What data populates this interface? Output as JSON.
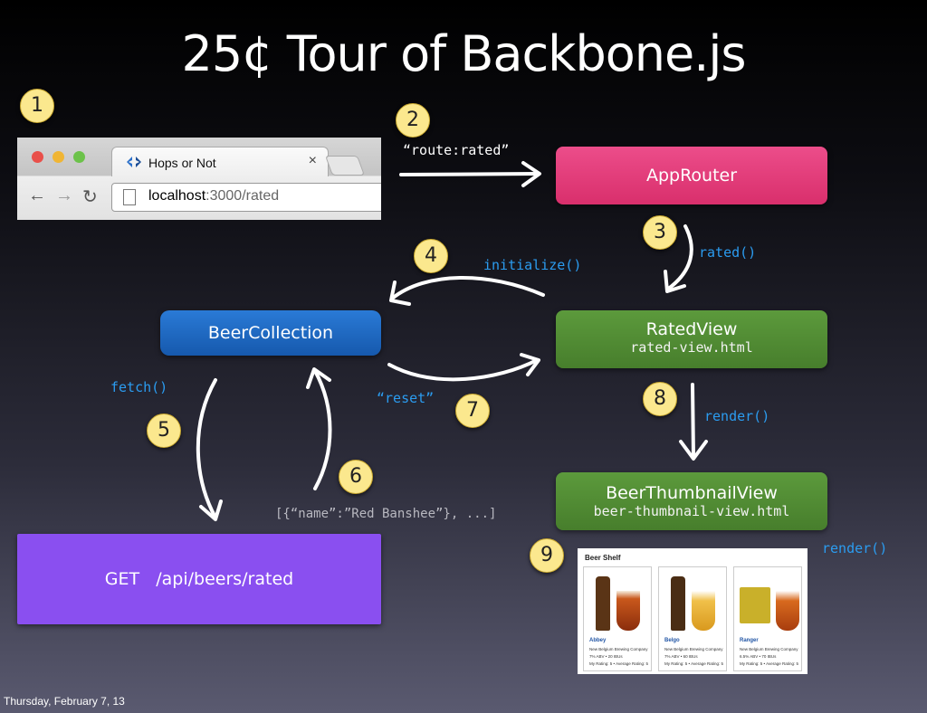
{
  "title": "25¢ Tour of Backbone.js",
  "steps": [
    "1",
    "2",
    "3",
    "4",
    "5",
    "6",
    "7",
    "8",
    "9"
  ],
  "browser": {
    "tab_title": "Hops or Not",
    "tab_close": "×",
    "url_host": "localhost",
    "url_path": ":3000/rated",
    "back": "←",
    "forward": "→",
    "reload": "↻"
  },
  "boxes": {
    "app_router": "AppRouter",
    "rated_view": "RatedView",
    "rated_view_file": "rated-view.html",
    "beer_collection": "BeerCollection",
    "beer_thumbnail_view": "BeerThumbnailView",
    "beer_thumbnail_file": "beer-thumbnail-view.html",
    "api": "GET   /api/beers/rated"
  },
  "labels": {
    "route_rated": "“route:rated”",
    "rated": "rated()",
    "initialize": "initialize()",
    "fetch": "fetch()",
    "reset": "“reset”",
    "render_1": "render()",
    "render_2": "render()",
    "json_response": "[{“name”:”Red Banshee”}, ...]"
  },
  "shelf": {
    "title": "Beer Shelf",
    "cards": [
      {
        "name": "Abbey",
        "brewery": "New Belgium Brewing Company",
        "abv": "7% ABV • 20 IBUs",
        "rating": "My Rating: 5 • Average Rating: 5"
      },
      {
        "name": "Belgo",
        "brewery": "New Belgium Brewing Company",
        "abv": "7% ABV • 60 IBUs",
        "rating": "My Rating: 5 • Average Rating: 5"
      },
      {
        "name": "Ranger",
        "brewery": "New Belgium Brewing Company",
        "abv": "6.5% ABV • 70 IBUs",
        "rating": "My Rating: 5 • Average Rating: 5"
      }
    ]
  },
  "footer": "Thursday, February 7, 13",
  "colors": {
    "app_router": "#e03a78",
    "green_view": "#4f8a33",
    "beer_collection": "#1b66c0",
    "api": "#8a4ff0",
    "badge": "#fbe88e",
    "code_label": "#2b9cf0"
  }
}
